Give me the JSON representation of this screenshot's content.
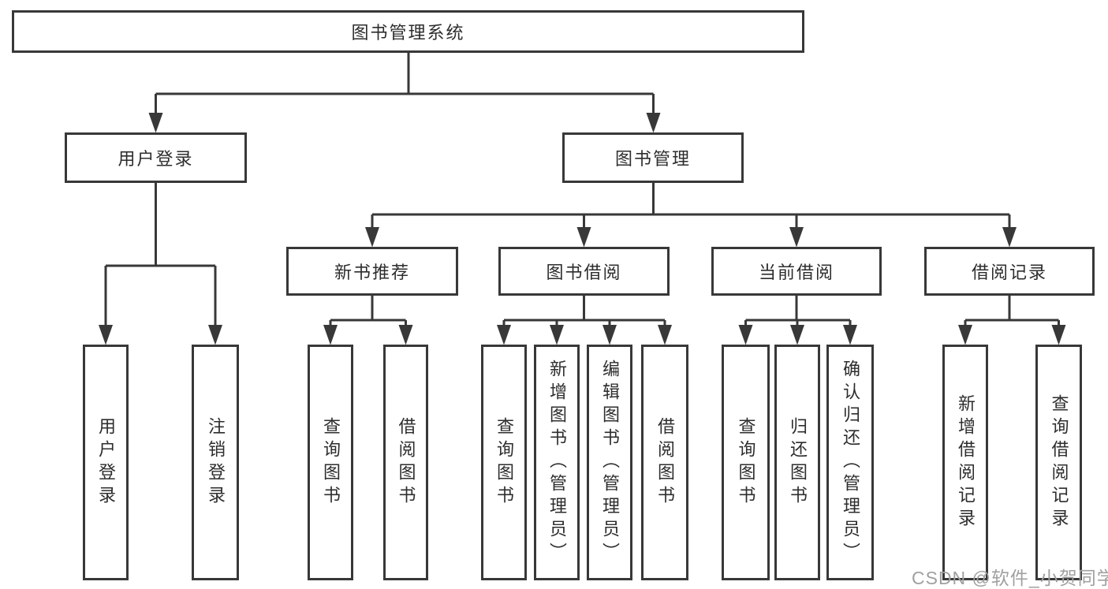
{
  "diagram_type": "functional-structure-tree",
  "colors": {
    "line": "#383838",
    "node_border": "#383838",
    "node_text": "#2d2d2d",
    "watermark_text": "#a0a0a0",
    "background": "#ffffff"
  },
  "watermark": {
    "text": "CSDN @软件_小贺同学"
  },
  "tree": {
    "root": {
      "label": "图书管理系统",
      "children": [
        {
          "label": "用户登录",
          "children": [
            {
              "label": "用户登录"
            },
            {
              "label": "注销登录"
            }
          ]
        },
        {
          "label": "图书管理",
          "children": [
            {
              "label": "新书推荐",
              "children": [
                {
                  "label": "查询图书"
                },
                {
                  "label": "借阅图书"
                }
              ]
            },
            {
              "label": "图书借阅",
              "children": [
                {
                  "label": "查询图书"
                },
                {
                  "label": "新增图书（管理员）"
                },
                {
                  "label": "编辑图书（管理员）"
                },
                {
                  "label": "借阅图书"
                }
              ]
            },
            {
              "label": "当前借阅",
              "children": [
                {
                  "label": "查询图书"
                },
                {
                  "label": "归还图书"
                },
                {
                  "label": "确认归还（管理员）"
                }
              ]
            },
            {
              "label": "借阅记录",
              "children": [
                {
                  "label": "新增借阅记录"
                },
                {
                  "label": "查询借阅记录"
                }
              ]
            }
          ]
        }
      ]
    }
  }
}
